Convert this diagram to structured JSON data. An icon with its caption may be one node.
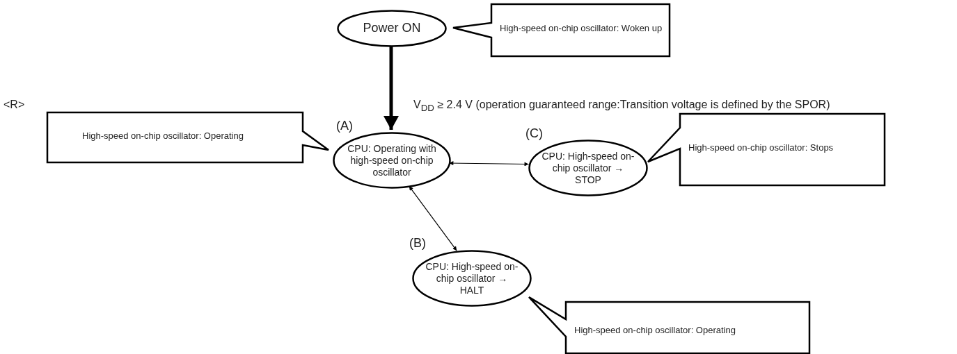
{
  "diagram": {
    "nodes": [
      {
        "text": [
          "Power ON"
        ]
      },
      {
        "text": [
          "High-speed on-chip oscillator: Woken up"
        ]
      },
      {
        "text": [
          "High-speed on-chip oscillator: Operating"
        ]
      },
      {
        "text": [
          "(A)",
          "CPU: Operating with high-speed on-chip oscillator"
        ]
      },
      {
        "text": [
          "(C)",
          "CPU: High-speed on-chip oscillator → STOP"
        ]
      },
      {
        "text": [
          "High-speed on-chip oscillator: Stops"
        ]
      },
      {
        "text": [
          "(B)",
          "CPU: High-speed on-chip oscillator → HALT"
        ]
      },
      {
        "text": [
          "High-speed on-chip oscillator: Operating"
        ]
      }
    ],
    "edges": [
      {
        "from": 0,
        "to": 3,
        "arrow": "to",
        "style": "thick"
      },
      {
        "from": 3,
        "to": 4,
        "arrow": "both"
      },
      {
        "from": 3,
        "to": 6,
        "arrow": "both"
      }
    ],
    "labels": [
      "<R>",
      "V$_{DD}$ ≥ 2.4 V (operation guaranteed range:Transition voltage is defined by the SPOR)"
    ]
  }
}
